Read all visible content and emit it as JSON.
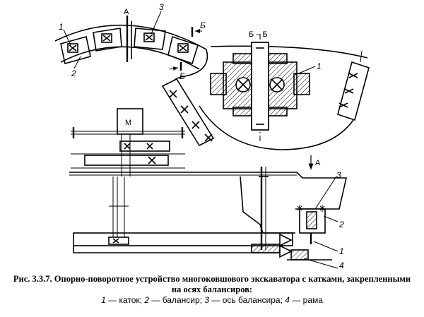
{
  "figure": {
    "labels": {
      "view_a_top": "А",
      "view_a_side": "А",
      "num_3_top": "3",
      "num_1_top": "1",
      "num_2_top": "2",
      "section_mark_upper": "Б",
      "section_mark_lower": "Б",
      "section_title": "Б – Б",
      "num_1_section": "1",
      "motor": "М",
      "num_3_side": "3",
      "num_2_side": "2",
      "num_1_side": "1",
      "num_4_side": "4"
    }
  },
  "caption": {
    "title_line1": "Рис. 3.3.7. Опорно-поворотное устройство многоковшового экскаватора с катками, закрепленными",
    "title_line2": "на осях балансиров:",
    "legend": [
      {
        "num": "1",
        "text": "каток;"
      },
      {
        "num": "2",
        "text": "балансир;"
      },
      {
        "num": "3",
        "text": "ось балансира;"
      },
      {
        "num": "4",
        "text": "рама"
      }
    ],
    "separator": "—"
  }
}
